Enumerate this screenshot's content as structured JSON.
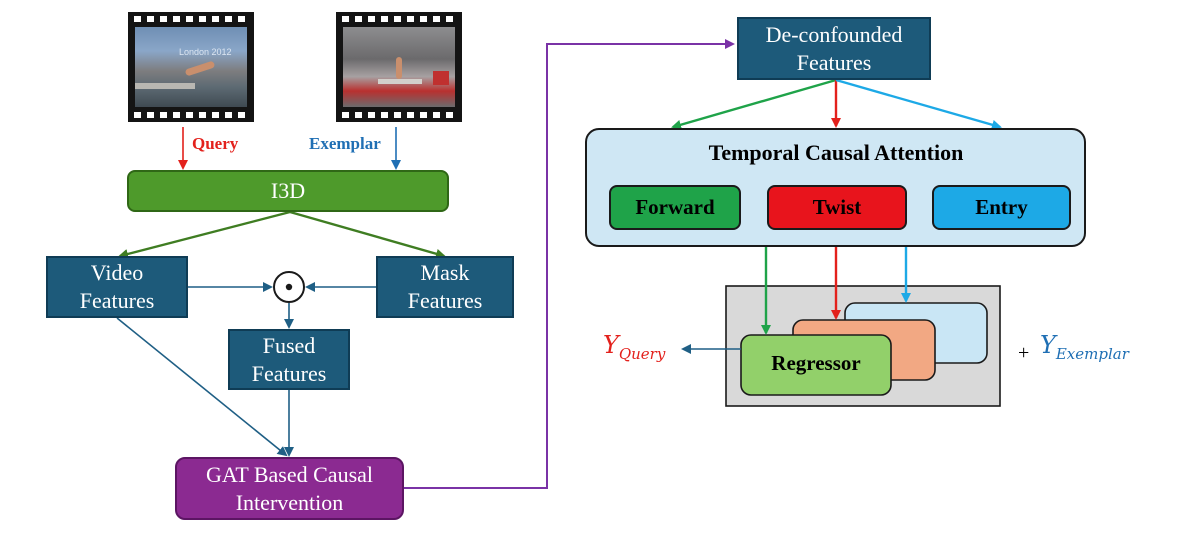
{
  "labels": {
    "query": "Query",
    "exemplar": "Exemplar"
  },
  "nodes": {
    "i3d": "I3D",
    "video_features": [
      "Video",
      "Features"
    ],
    "mask_features": [
      "Mask",
      "Features"
    ],
    "fused_features": [
      "Fused",
      "Features"
    ],
    "gat": [
      "GAT Based Causal",
      "Intervention"
    ],
    "deconfounded": [
      "De-confounded",
      "Features"
    ],
    "tca_title": "Temporal Causal Attention",
    "forward": "Forward",
    "twist": "Twist",
    "entry": "Entry",
    "regressor": "Regressor"
  },
  "outputs": {
    "y_query_main": "Y",
    "y_query_sub": "Query",
    "plus": "+",
    "y_exemplar_main": "Y",
    "y_exemplar_sub": "Exemplar"
  },
  "colors": {
    "query": "#e3211c",
    "exemplar": "#1f6fb4",
    "i3d_fill": "#4e9a2b",
    "feature_fill": "#1d5a7a",
    "gat_fill": "#8b2a91",
    "tca_fill": "#cfe7f4",
    "forward_fill": "#1fa349",
    "twist_fill": "#e8141c",
    "entry_fill": "#1da9e6",
    "regressor_fill": "#92d06a",
    "regressor_back1": "#f2a883",
    "regressor_back2": "#c9e6f5",
    "regressor_panel": "#d9d9d9",
    "purple_line": "#7a32a6",
    "green_line": "#3f7d22"
  },
  "icons": [
    "film-strip-icon",
    "elementwise-product-icon"
  ]
}
